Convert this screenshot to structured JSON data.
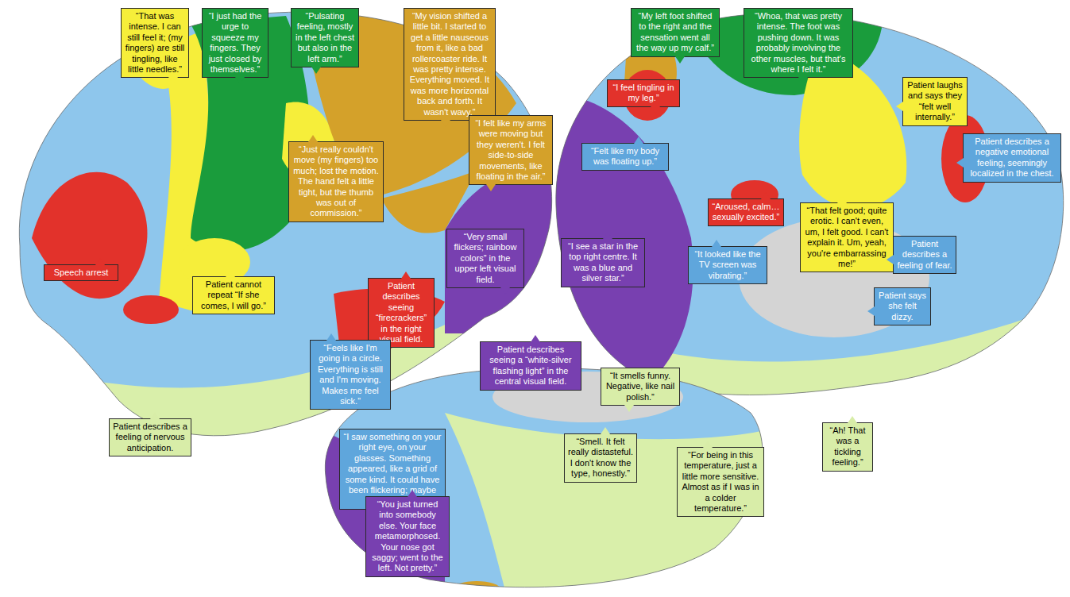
{
  "diagram": {
    "nodes": [
      {
        "text": [
          "“That was intense. I can still feel it; (my fingers) are still tingling, like little needles.”"
        ]
      },
      {
        "text": [
          "“I just had the urge to squeeze my fingers. They just closed by themselves.”"
        ]
      },
      {
        "text": [
          "“Pulsating feeling, mostly in the left chest but also in the left arm.”"
        ]
      },
      {
        "text": [
          "“My vision shifted a little bit. I started to get a little nauseous from it, like a bad rollercoaster ride. It was pretty intense. Everything moved. It was more horizontal back and forth. It wasn't wavy.”"
        ]
      },
      {
        "text": [
          "“My left foot shifted to the right and the sensation went all the way up my calf.”"
        ]
      },
      {
        "text": [
          "“Whoa, that was pretty intense. The foot was pushing down. It was probably involving the other muscles, but that's where I felt it.”"
        ]
      },
      {
        "text": [
          "“I feel tingling in my leg.”"
        ]
      },
      {
        "text": [
          "“Just really couldn't move (my fingers) too much; lost the motion. The hand felt a little tight, but the thumb was out of commission.”"
        ]
      },
      {
        "text": [
          "“I felt like my arms were moving but they weren't. I felt side-to-side movements, like floating in the air.”"
        ]
      },
      {
        "text": [
          "“Felt like my body was floating up.”"
        ]
      },
      {
        "text": [
          "Patient laughs and says they “felt well internally.”"
        ]
      },
      {
        "text": [
          "Patient describes a negative emotional feeling, seemingly localized in the chest."
        ]
      },
      {
        "text": [
          "“Aroused, calm… sexually excited.”"
        ]
      },
      {
        "text": [
          "“That felt good; quite erotic. I can't even, um, I felt good. I can't explain it. Um, yeah, you're embarrassing me!”"
        ]
      },
      {
        "text": [
          "Speech arrest"
        ]
      },
      {
        "text": [
          "Patient cannot repeat “If she comes, I will go.”"
        ]
      },
      {
        "text": [
          "“Very small flickers; rainbow colors” in the upper left visual field."
        ]
      },
      {
        "text": [
          "“I see a star in the top right centre. It was a blue and silver star.”"
        ]
      },
      {
        "text": [
          "“It looked like the TV screen was vibrating.”"
        ]
      },
      {
        "text": [
          "Patient describes a feeling of fear."
        ]
      },
      {
        "text": [
          "Patient describes seeing “firecrackers” in the right visual field."
        ]
      },
      {
        "text": [
          "Patient says she felt dizzy."
        ]
      },
      {
        "text": [
          "“Feels like I'm going in a circle. Everything is still and I'm moving. Makes me feel sick.”"
        ]
      },
      {
        "text": [
          "Patient describes seeing a “white-silver flashing light” in the central visual field."
        ]
      },
      {
        "text": [
          "“It smells funny. Negative, like nail polish.”"
        ]
      },
      {
        "text": [
          "Patient describes a feeling of nervous anticipation."
        ]
      },
      {
        "text": [
          "“I saw something on your right eye, on your glasses. Something appeared, like a grid of some kind. It could have been flickering; maybe lights.”"
        ]
      },
      {
        "text": [
          "“Smell. It felt really distasteful. I don't know the type, honestly.”"
        ]
      },
      {
        "text": [
          "“For being in this temperature, just a little more sensitive. Almost as if I was in a colder temperature.”"
        ]
      },
      {
        "text": [
          "“Ah! That was a tickling feeling.”"
        ]
      },
      {
        "text": [
          "“You just turned into somebody else. Your face metamorphosed. Your nose got saggy; went to the left. Not pretty.”"
        ]
      }
    ]
  }
}
